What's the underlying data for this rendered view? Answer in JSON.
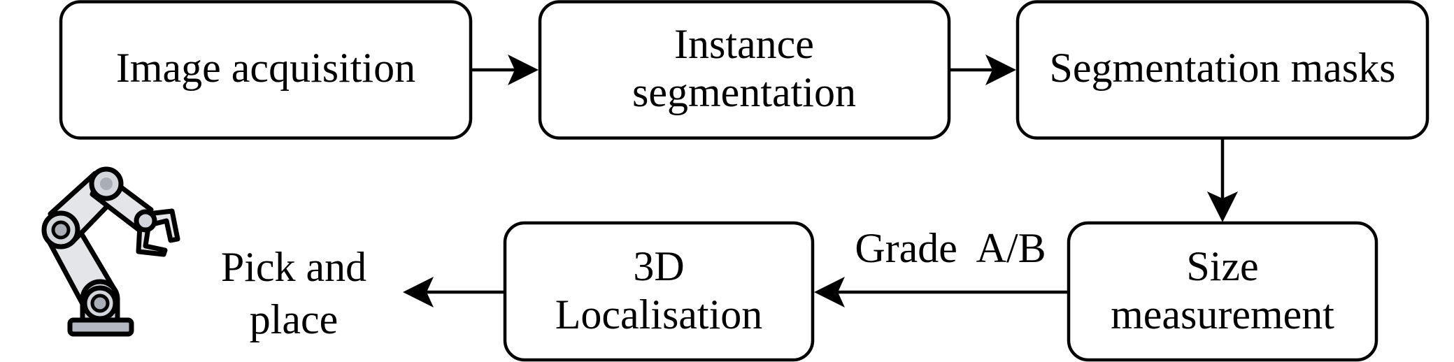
{
  "diagram": {
    "title": "Grading and pick-and-place pipeline",
    "nodes": [
      {
        "id": "image-acquisition",
        "lines": [
          "Image acquisition"
        ]
      },
      {
        "id": "instance-segmentation",
        "lines": [
          "Instance",
          "segmentation"
        ]
      },
      {
        "id": "segmentation-masks",
        "lines": [
          "Segmentation masks"
        ]
      },
      {
        "id": "size-measurement",
        "lines": [
          "Size",
          "measurement"
        ]
      },
      {
        "id": "3d-localisation",
        "lines": [
          "3D",
          "Localisation"
        ]
      }
    ],
    "terminal": {
      "id": "pick-and-place",
      "lines": [
        "Pick and",
        "place"
      ],
      "icon": "robot-arm-icon"
    },
    "edges": [
      {
        "from": "image-acquisition",
        "to": "instance-segmentation",
        "label": ""
      },
      {
        "from": "instance-segmentation",
        "to": "segmentation-masks",
        "label": ""
      },
      {
        "from": "segmentation-masks",
        "to": "size-measurement",
        "label": ""
      },
      {
        "from": "size-measurement",
        "to": "3d-localisation",
        "label": "Grade  A/B"
      },
      {
        "from": "3d-localisation",
        "to": "pick-and-place",
        "label": ""
      }
    ],
    "colors": {
      "stroke": "#000000",
      "box_fill": "#ffffff",
      "text": "#000000",
      "robot_link": "#e3e5e8",
      "robot_joint_ring": "#d3d6db",
      "robot_joint_core": "#a9adb6",
      "robot_base": "#b4b8c0"
    }
  }
}
